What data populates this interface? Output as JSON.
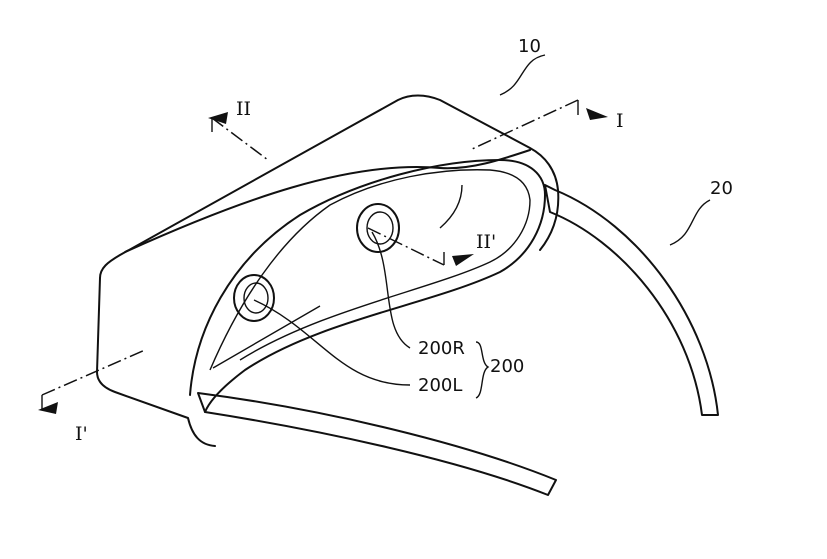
{
  "labels": {
    "device": "10",
    "strap": "20",
    "section_i": "I",
    "section_i_prime": "I'",
    "section_ii": "II",
    "section_ii_prime": "II'",
    "lens_right": "200R",
    "lens_left": "200L",
    "lens_group": "200"
  }
}
